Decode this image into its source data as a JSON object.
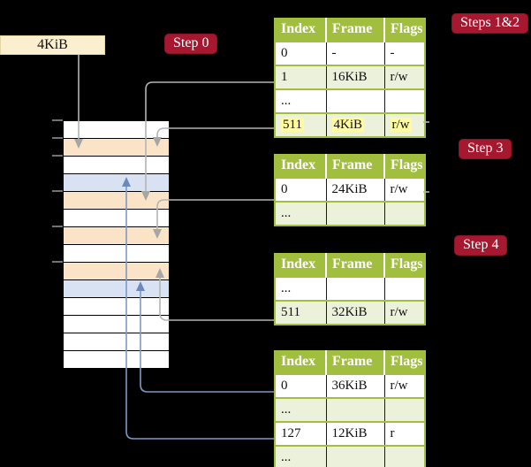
{
  "frame_box": {
    "label": "4KiB"
  },
  "badges": {
    "step0": "Step 0",
    "steps12": "Steps 1&2",
    "step3": "Step 3",
    "step4": "Step 4"
  },
  "memory": {
    "rows": [
      {
        "fill": "#FFFFFF"
      },
      {
        "fill": "#FBE3C7"
      },
      {
        "fill": "#FFFFFF"
      },
      {
        "fill": "#D9E2F3"
      },
      {
        "fill": "#FBE3C7"
      },
      {
        "fill": "#FFFFFF"
      },
      {
        "fill": "#FBE3C7"
      },
      {
        "fill": "#FFFFFF"
      },
      {
        "fill": "#FBE3C7"
      },
      {
        "fill": "#D9E2F3"
      },
      {
        "fill": "#FFFFFF"
      },
      {
        "fill": "#FFFFFF"
      },
      {
        "fill": "#FFFFFF"
      },
      {
        "fill": "#FFFFFF"
      }
    ]
  },
  "tables": [
    {
      "headers": [
        "Index",
        "Frame",
        "Flags"
      ],
      "rows": [
        {
          "cells": [
            "0",
            "-",
            "-"
          ]
        },
        {
          "cells": [
            "1",
            "16KiB",
            "r/w"
          ]
        },
        {
          "cells": [
            "...",
            "",
            ""
          ]
        },
        {
          "cells": [
            "511",
            "4KiB",
            "r/w"
          ]
        }
      ]
    },
    {
      "headers": [
        "Index",
        "Frame",
        "Flags"
      ],
      "rows": [
        {
          "cells": [
            "0",
            "24KiB",
            "r/w"
          ]
        },
        {
          "cells": [
            "...",
            "",
            ""
          ]
        }
      ]
    },
    {
      "headers": [
        "Index",
        "Frame",
        "Flags"
      ],
      "rows": [
        {
          "cells": [
            "...",
            "",
            ""
          ]
        },
        {
          "cells": [
            "511",
            "32KiB",
            "r/w"
          ]
        }
      ]
    },
    {
      "headers": [
        "Index",
        "Frame",
        "Flags"
      ],
      "rows": [
        {
          "cells": [
            "0",
            "36KiB",
            "r/w"
          ]
        },
        {
          "cells": [
            "...",
            "",
            ""
          ]
        },
        {
          "cells": [
            "127",
            "12KiB",
            "r"
          ]
        },
        {
          "cells": [
            "...",
            "",
            ""
          ]
        }
      ]
    }
  ],
  "colors": {
    "background": "#000000",
    "badge_red": "#A5182F",
    "table_green": "#A2BE3F",
    "row_light_green": "#ECF1DB",
    "highlight_yellow": "#FFFB9E",
    "frame_orange": "#FBE3C7",
    "frame_blue": "#D9E2F3",
    "box_cream": "#FAEFCE",
    "line_gray": "#B4B4B4",
    "line_blue": "#7D99C5"
  }
}
